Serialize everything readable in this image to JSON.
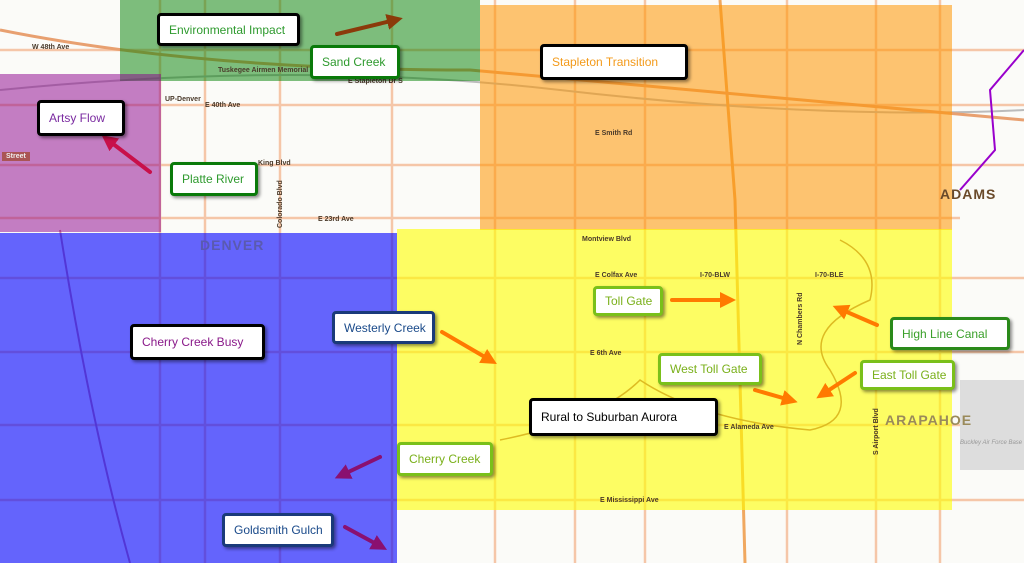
{
  "regions": {
    "denver": "DENVER",
    "adams": "ADAMS",
    "arapahoe": "ARAPAHOE"
  },
  "map_labels": {
    "w48": "W 48th Ave",
    "e40": "E 40th Ave",
    "e23": "E 23rd Ave",
    "montview": "Montview Blvd",
    "colfax": "E Colfax Ave",
    "i70blw": "I-70-BLW",
    "i70ble": "I-70-BLE",
    "e6": "E 6th Ave",
    "alameda": "E Alameda Ave",
    "mississippi": "E Mississippi Ave",
    "smith": "E Smith Rd",
    "tuskegee": "Tuskegee Airmen Memorial",
    "stapleton": "E Stapleton Dr S",
    "updenver": "UP-Denver",
    "kingblvd": "King Blvd",
    "colorado": "Colorado Blvd",
    "chambers": "N Chambers Rd",
    "airport": "S Airport Blvd",
    "buckley": "Buckley Air Force Base",
    "street": "Street"
  },
  "zones": [
    {
      "name": "environmental-zone",
      "color": "#008000"
    },
    {
      "name": "artsy-zone",
      "color": "#8c008c"
    },
    {
      "name": "stapleton-zone",
      "color": "#ff9600"
    },
    {
      "name": "cherry-creek-zone",
      "color": "#0000ff"
    },
    {
      "name": "aurora-zone",
      "color": "#ffff00"
    }
  ],
  "labels": {
    "environmental_impact": "Environmental Impact",
    "sand_creek": "Sand Creek",
    "stapleton_transition": "Stapleton Transition",
    "artsy_flow": "Artsy Flow",
    "platte_river": "Platte River",
    "cherry_creek_busy": "Cherry Creek Busy",
    "westerly_creek": "Westerly Creek",
    "toll_gate": "Toll Gate",
    "high_line_canal": "High Line Canal",
    "west_toll_gate": "West Toll Gate",
    "east_toll_gate": "East Toll Gate",
    "rural_to_suburban": "Rural to Suburban Aurora",
    "cherry_creek": "Cherry Creek",
    "goldsmith_gulch": "Goldsmith Gulch"
  }
}
